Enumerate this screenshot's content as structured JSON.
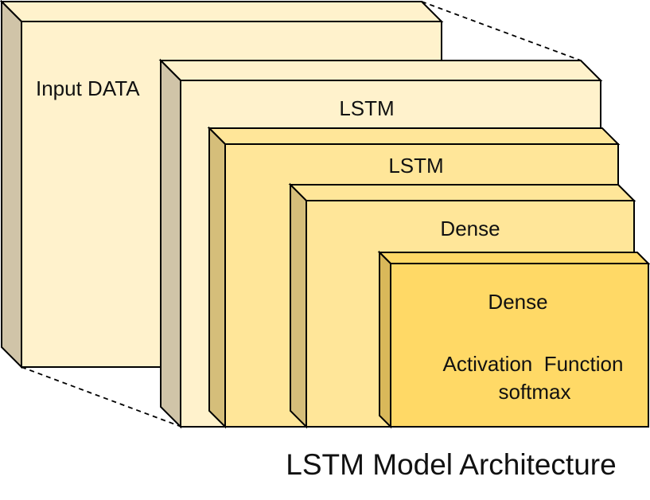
{
  "diagram": {
    "caption": "LSTM Model Architecture",
    "layers": [
      {
        "label": "Input DATA"
      },
      {
        "label": "LSTM"
      },
      {
        "label": "LSTM"
      },
      {
        "label": "Dense"
      },
      {
        "label": "Dense",
        "detail_line1": "Activation  Function",
        "detail_line2": "softmax"
      }
    ],
    "colors": {
      "input_front": "#FFF2CC",
      "input_side": "#D0C4A8",
      "lstm1_front": "#FFF2CC",
      "lstm1_side": "#D0C4A8",
      "lstm2_front": "#FFE699",
      "lstm2_side": "#D5BE7A",
      "dense1_front": "#FFE699",
      "dense1_side": "#D5BE7A",
      "dense2_front": "#FFD966",
      "dense2_side": "#D9B85A",
      "outline": "#000000"
    }
  }
}
